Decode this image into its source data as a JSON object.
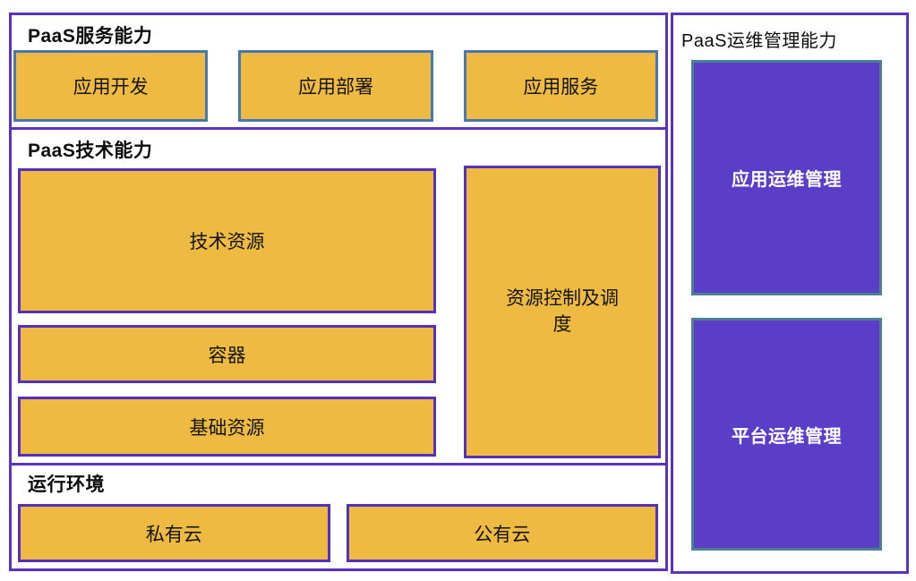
{
  "colors": {
    "section_border_purple": "#5b33bc",
    "orange_fill": "#eeba42",
    "orange_border_blue": "#4779ae",
    "orange_border_purple": "#5430bc",
    "purple_fill": "#5a3ec8",
    "purple_border_teal": "#4e7e93",
    "label_text": "#141414",
    "purple_box_text": "#ffffff"
  },
  "service": {
    "title": "PaaS服务能力",
    "boxes": [
      "应用开发",
      "应用部署",
      "应用服务"
    ]
  },
  "tech": {
    "title": "PaaS技术能力",
    "boxes": [
      "技术资源",
      "容器",
      "基础资源"
    ],
    "control_box": "资源控制及调度"
  },
  "runtime": {
    "title": "运行环境",
    "boxes": [
      "私有云",
      "公有云"
    ]
  },
  "ops": {
    "title": "PaaS运维管理能力",
    "boxes": [
      "应用运维管理",
      "平台运维管理"
    ]
  }
}
